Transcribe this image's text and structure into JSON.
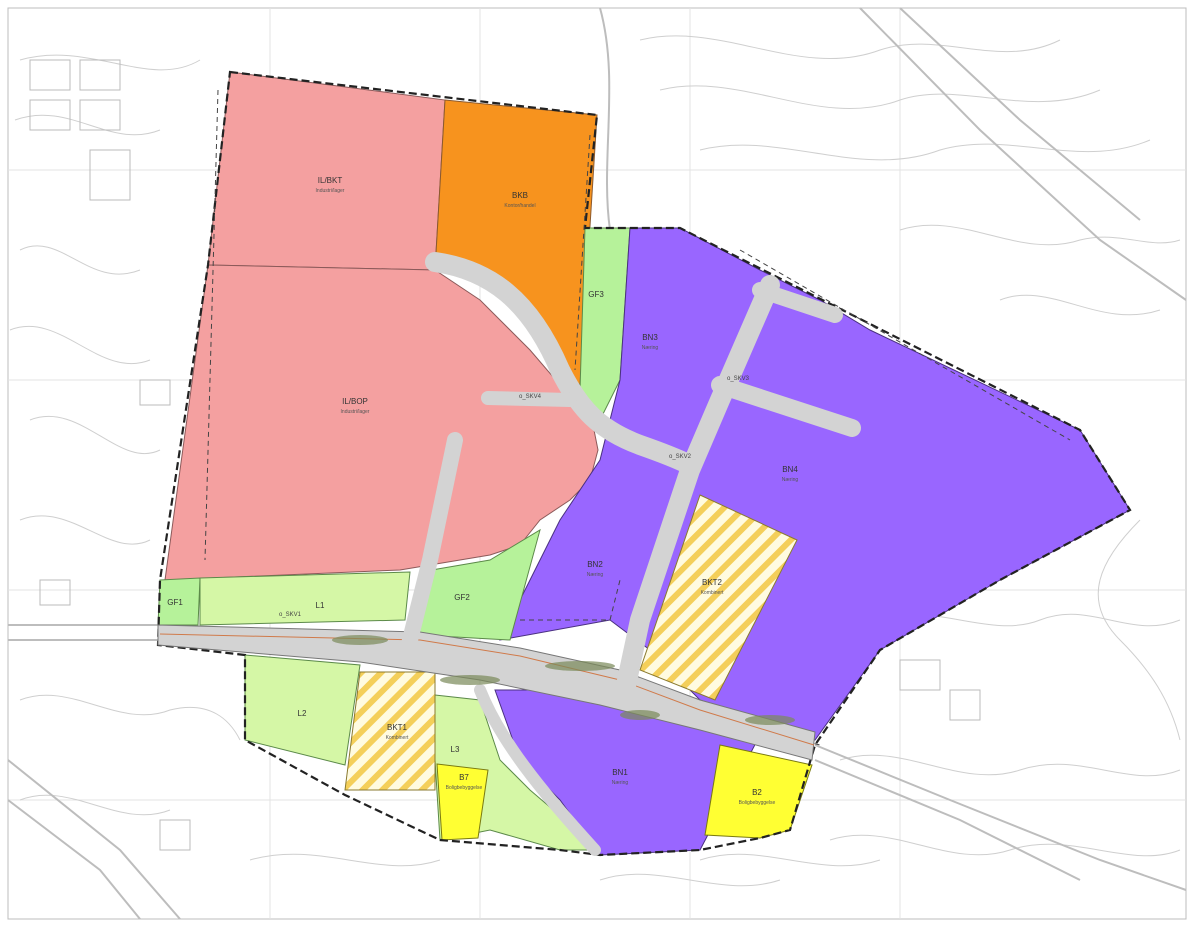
{
  "map": {
    "colors": {
      "industrial": "#f4a0a0",
      "commercial": "#f7931e",
      "business": "#9966ff",
      "green": "#b6f29a",
      "green_light": "#d5f7a6",
      "housing": "#ffff33",
      "hatch_yellow": "#f6d55c",
      "road": "#d3d3d3",
      "boundary": "#333333",
      "contour": "#c8c8c8"
    },
    "zones": [
      {
        "id": "industrial-north",
        "label": "IL/BKT",
        "sub": "Industri/lager"
      },
      {
        "id": "commercial-north",
        "label": "BKB",
        "sub": "Kontor/handel"
      },
      {
        "id": "industrial-main",
        "label": "IL/BOP",
        "sub": "Industri/lager"
      },
      {
        "id": "green-gf2",
        "label": "GF2",
        "sub": ""
      },
      {
        "id": "green-gf3",
        "label": "GF3",
        "sub": ""
      },
      {
        "id": "green-gf1",
        "label": "GF1",
        "sub": ""
      },
      {
        "id": "green-l1",
        "label": "L1",
        "sub": ""
      },
      {
        "id": "green-l2",
        "label": "L2",
        "sub": ""
      },
      {
        "id": "green-l3",
        "label": "L3",
        "sub": ""
      },
      {
        "id": "business-n",
        "label": "BN3",
        "sub": "Næring"
      },
      {
        "id": "business-e",
        "label": "BN4",
        "sub": "Næring"
      },
      {
        "id": "business-m",
        "label": "BN2",
        "sub": "Næring"
      },
      {
        "id": "business-s",
        "label": "BN1",
        "sub": "Næring"
      },
      {
        "id": "hatch-east",
        "label": "BKT2",
        "sub": "Kombinert"
      },
      {
        "id": "hatch-west",
        "label": "BKT1",
        "sub": "Kombinert"
      },
      {
        "id": "housing-bf",
        "label": "B7",
        "sub": "Boligbebyggelse"
      },
      {
        "id": "housing-b2",
        "label": "B2",
        "sub": "Boligbebyggelse"
      }
    ],
    "roads": [
      {
        "id": "road-main",
        "label": "o_SKV1"
      },
      {
        "id": "road-north",
        "label": "o_SKV2"
      },
      {
        "id": "road-branch",
        "label": "o_SKV3"
      },
      {
        "id": "road-west",
        "label": "o_SKV4"
      }
    ]
  }
}
